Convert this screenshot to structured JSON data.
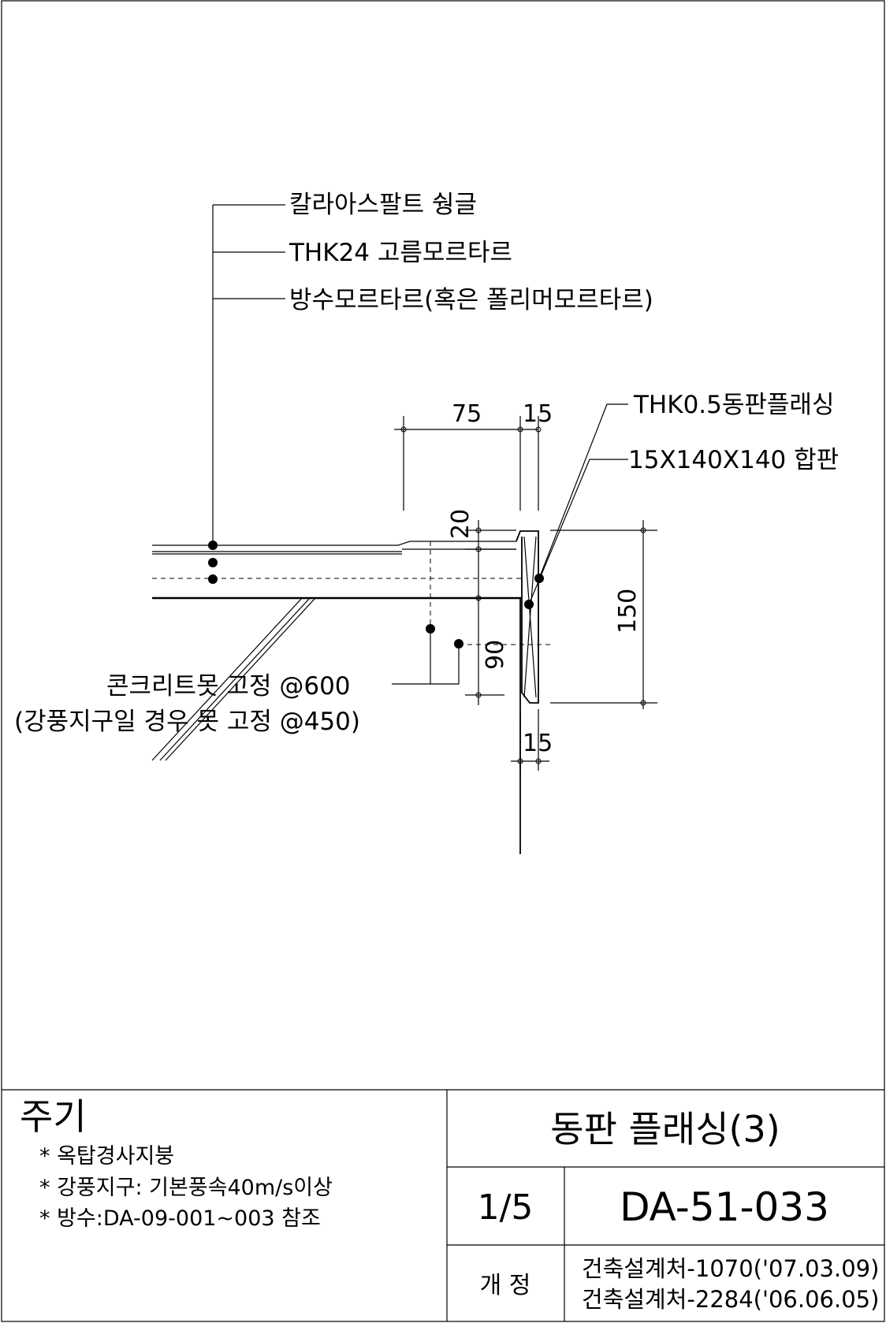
{
  "drawing": {
    "labels": {
      "shingle": "칼라아스팔트 쉉글",
      "mortar": "THK24 고름모르타르",
      "waterproof": "방수모르타르(혹은 폴리머모르타르)",
      "flashing": "THK0.5동판플래싱",
      "plywood": "15X140X140 합판",
      "nail": "콘크리트못 고정 @600",
      "nail_windy": "(강풍지구일 경우 못 고정 @450)"
    },
    "dimensions": {
      "d75": "75",
      "d15_top": "15",
      "d20": "20",
      "d150": "150",
      "d90": "90",
      "d15_bottom": "15"
    }
  },
  "notes": {
    "title": "주기",
    "items": [
      "* 옥탑경사지붕",
      "* 강풍지구: 기본풍속40m/s이상",
      "* 방수:DA-09-001~003 참조"
    ]
  },
  "title_block": {
    "title": "동판 플래싱(3)",
    "sheet": "1/5",
    "code": "DA-51-033",
    "revision_label": "개 정",
    "revisions": [
      "건축설계처-1070('07.03.09)",
      "건축설계처-2284('06.06.05)"
    ]
  }
}
